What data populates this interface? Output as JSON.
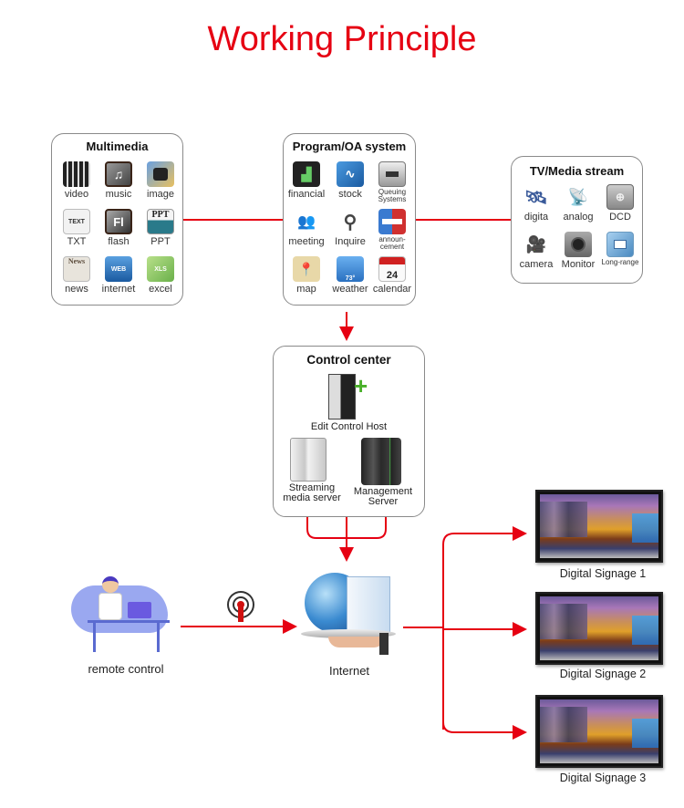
{
  "title": "Working Principle",
  "colors": {
    "accent": "#e60012",
    "panel_border": "#8a8a8a"
  },
  "multimedia": {
    "title": "Multimedia",
    "items": [
      {
        "label": "video",
        "icon": "clapperboard-icon"
      },
      {
        "label": "music",
        "icon": "music-note-icon"
      },
      {
        "label": "image",
        "icon": "camera-icon"
      },
      {
        "label": "TXT",
        "icon": "text-file-icon",
        "glyph": "TEXT"
      },
      {
        "label": "flash",
        "icon": "flash-icon",
        "glyph": "Fl"
      },
      {
        "label": "PPT",
        "icon": "ppt-file-icon",
        "glyph": "PPT"
      },
      {
        "label": "news",
        "icon": "newspaper-icon",
        "glyph": "News"
      },
      {
        "label": "internet",
        "icon": "webpages-icon",
        "glyph": "WEB"
      },
      {
        "label": "excel",
        "icon": "excel-icon",
        "glyph": "XLS"
      }
    ]
  },
  "program": {
    "title": "Program/OA system",
    "items": [
      {
        "label": "financial",
        "icon": "financial-chart-icon"
      },
      {
        "label": "stock",
        "icon": "stock-chart-icon"
      },
      {
        "label": "Queuing Systems",
        "icon": "queuing-machine-icon"
      },
      {
        "label": "meeting",
        "icon": "people-meeting-icon"
      },
      {
        "label": "Inquire",
        "icon": "magnifier-icon"
      },
      {
        "label": "announ-cement",
        "icon": "announcement-icon"
      },
      {
        "label": "map",
        "icon": "map-pin-icon"
      },
      {
        "label": "weather",
        "icon": "weather-icon",
        "glyph": "73°"
      },
      {
        "label": "calendar",
        "icon": "calendar-icon",
        "glyph": "24"
      }
    ]
  },
  "tv_media": {
    "title": "TV/Media stream",
    "items": [
      {
        "label": "digita",
        "icon": "satellite-icon"
      },
      {
        "label": "analog",
        "icon": "antenna-icon"
      },
      {
        "label": "DCD",
        "icon": "dcd-device-icon"
      },
      {
        "label": "camera",
        "icon": "video-camera-icon"
      },
      {
        "label": "Monitor",
        "icon": "monitor-camera-icon"
      },
      {
        "label": "Long-range",
        "icon": "long-range-icon"
      }
    ]
  },
  "control_center": {
    "title": "Control center",
    "host_label": "Edit Control Host",
    "streaming_label": "Streaming media server",
    "management_label": "Management Server"
  },
  "remote_control": {
    "label": "remote control"
  },
  "internet": {
    "label": "Internet"
  },
  "signage": [
    {
      "label": "Digital Signage 1"
    },
    {
      "label": "Digital Signage 2"
    },
    {
      "label": "Digital Signage 3"
    }
  ]
}
